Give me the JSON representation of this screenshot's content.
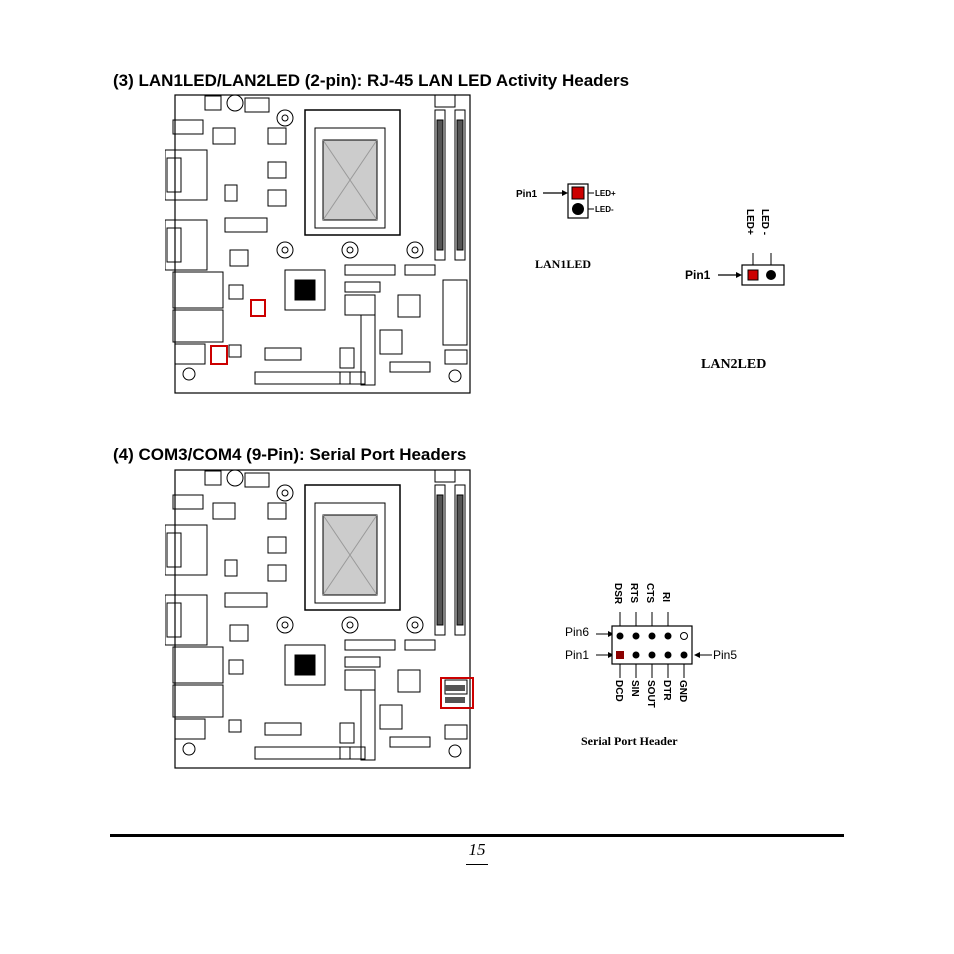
{
  "section3": {
    "title": "(3) LAN1LED/LAN2LED (2-pin): RJ-45 LAN LED Activity Headers",
    "lan1": {
      "pin1": "Pin1",
      "led_plus": "LED+",
      "led_minus": "LED-",
      "caption": "LAN1LED"
    },
    "lan2": {
      "pin1": "Pin1",
      "led_plus": "LED+",
      "led_minus": "LED -",
      "caption": "LAN2LED"
    }
  },
  "section4": {
    "title": "(4) COM3/COM4 (9-Pin): Serial Port Headers",
    "header": {
      "top_labels": [
        "DSR",
        "RTS",
        "CTS",
        "RI"
      ],
      "bottom_labels": [
        "DCD",
        "SIN",
        "SOUT",
        "DTR",
        "GND"
      ],
      "pin6": "Pin6",
      "pin1": "Pin1",
      "pin5": "Pin5",
      "caption": "Serial Port Header"
    }
  },
  "footer": {
    "page_number": "15"
  },
  "colors": {
    "highlight": "#cc0000",
    "pin1_fill": "#8b0000",
    "text": "#000000"
  }
}
